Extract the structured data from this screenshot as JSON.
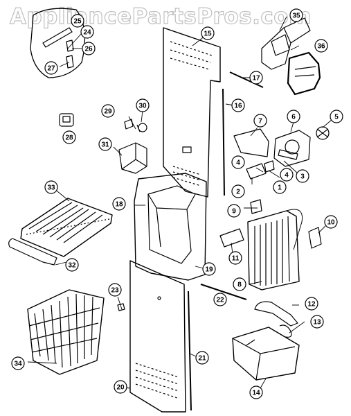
{
  "watermark": "AppliancePartsPros.com",
  "callouts": [
    {
      "id": "p1",
      "label": "1"
    },
    {
      "id": "p2",
      "label": "2"
    },
    {
      "id": "p3",
      "label": "3"
    },
    {
      "id": "p4a",
      "label": "4"
    },
    {
      "id": "p4b",
      "label": "4"
    },
    {
      "id": "p5",
      "label": "5"
    },
    {
      "id": "p6",
      "label": "6"
    },
    {
      "id": "p7",
      "label": "7"
    },
    {
      "id": "p8",
      "label": "8"
    },
    {
      "id": "p9",
      "label": "9"
    },
    {
      "id": "p10",
      "label": "10"
    },
    {
      "id": "p11",
      "label": "11"
    },
    {
      "id": "p12",
      "label": "12"
    },
    {
      "id": "p13",
      "label": "13"
    },
    {
      "id": "p14",
      "label": "14"
    },
    {
      "id": "p15",
      "label": "15"
    },
    {
      "id": "p16",
      "label": "16"
    },
    {
      "id": "p17",
      "label": "17"
    },
    {
      "id": "p18",
      "label": "18"
    },
    {
      "id": "p19",
      "label": "19"
    },
    {
      "id": "p20",
      "label": "20"
    },
    {
      "id": "p21",
      "label": "21"
    },
    {
      "id": "p22",
      "label": "22"
    },
    {
      "id": "p23",
      "label": "23"
    },
    {
      "id": "p24",
      "label": "24"
    },
    {
      "id": "p25",
      "label": "25"
    },
    {
      "id": "p26",
      "label": "26"
    },
    {
      "id": "p27",
      "label": "27"
    },
    {
      "id": "p28",
      "label": "28"
    },
    {
      "id": "p29",
      "label": "29"
    },
    {
      "id": "p30",
      "label": "30"
    },
    {
      "id": "p31",
      "label": "31"
    },
    {
      "id": "p32",
      "label": "32"
    },
    {
      "id": "p33",
      "label": "33"
    },
    {
      "id": "p34",
      "label": "34"
    },
    {
      "id": "p35",
      "label": "35"
    },
    {
      "id": "p36",
      "label": "36"
    }
  ]
}
